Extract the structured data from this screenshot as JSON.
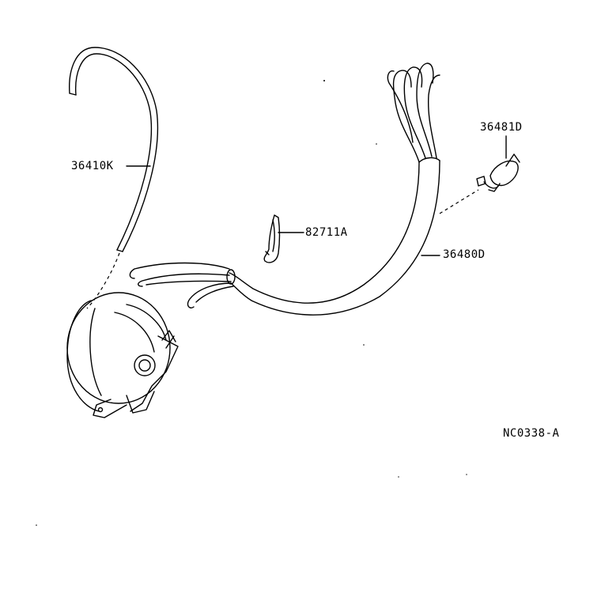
{
  "diagram": {
    "parts": [
      {
        "id": "hose",
        "label": "36410K"
      },
      {
        "id": "clip",
        "label": "82711A"
      },
      {
        "id": "harness",
        "label": "36480D"
      },
      {
        "id": "connector",
        "label": "36481D"
      }
    ],
    "figure_code": "NC0338-A"
  }
}
